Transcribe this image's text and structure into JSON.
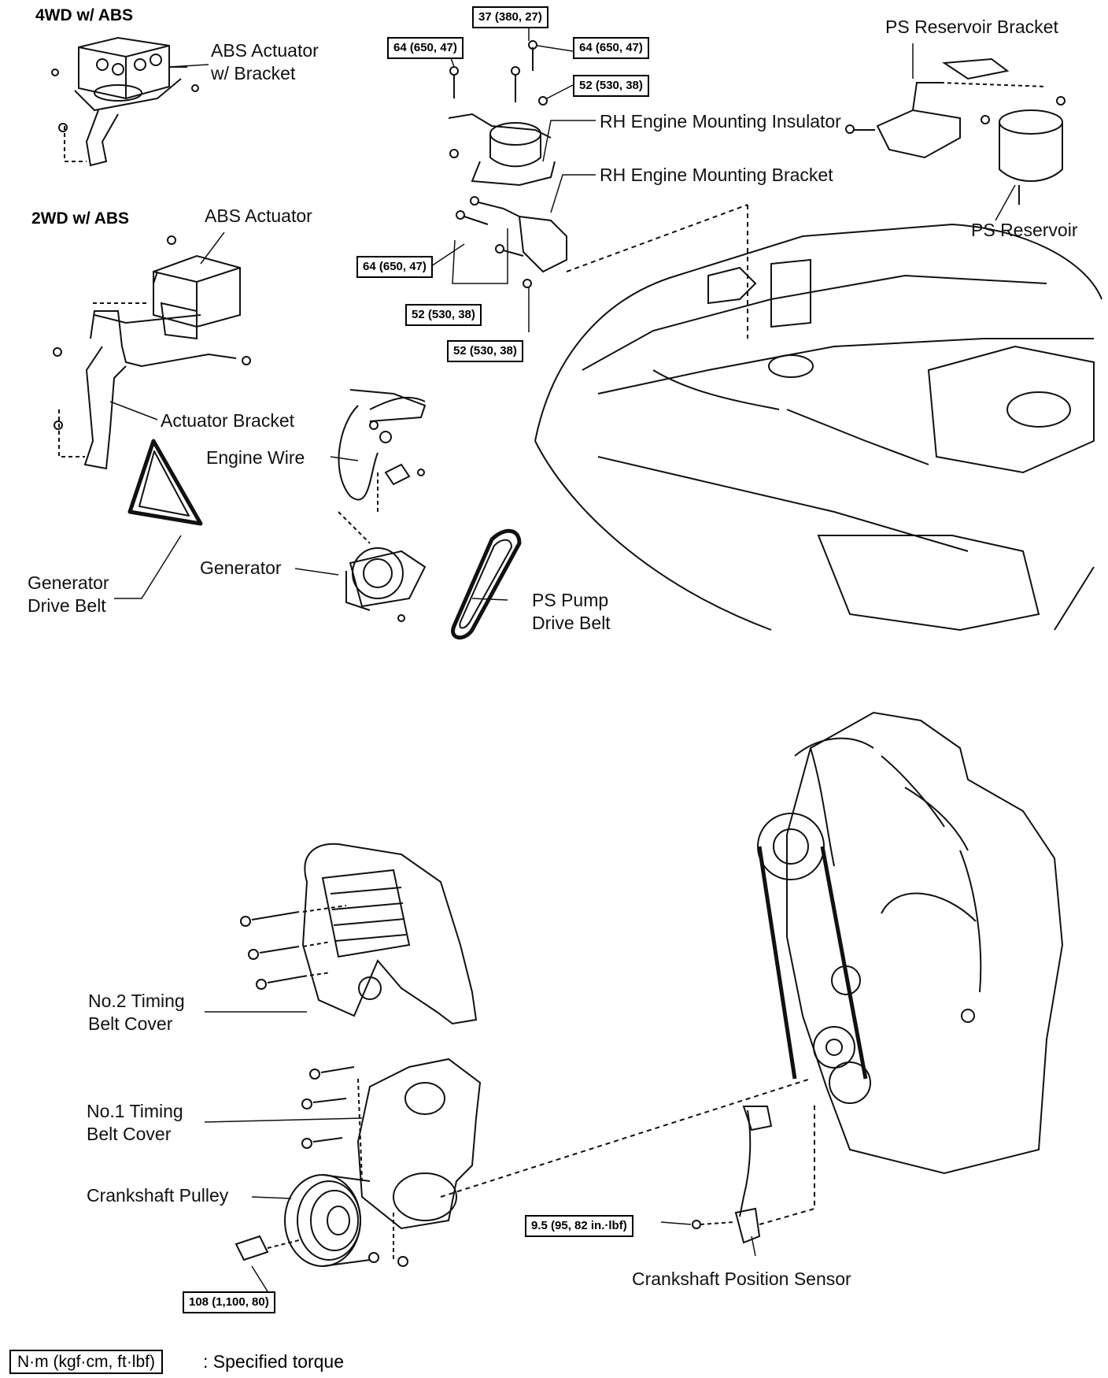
{
  "headers": {
    "four_wd": "4WD w/ ABS",
    "two_wd": "2WD w/ ABS"
  },
  "labels": {
    "abs_actuator_bracket": "ABS Actuator\nw/ Bracket",
    "abs_actuator": "ABS Actuator",
    "actuator_bracket": "Actuator Bracket",
    "engine_wire": "Engine Wire",
    "generator": "Generator",
    "generator_drive_belt": "Generator\nDrive Belt",
    "ps_pump_drive_belt": "PS Pump\nDrive Belt",
    "rh_insulator": "RH Engine Mounting Insulator",
    "rh_bracket": "RH Engine Mounting Bracket",
    "ps_reservoir_bracket": "PS Reservoir Bracket",
    "ps_reservoir": "PS Reservoir",
    "no2_cover": "No.2 Timing\nBelt Cover",
    "no1_cover": "No.1 Timing\nBelt Cover",
    "crank_pulley": "Crankshaft Pulley",
    "crank_sensor": "Crankshaft Position Sensor"
  },
  "torques": {
    "t37": "37 (380, 27)",
    "t64a": "64 (650, 47)",
    "t64b": "64 (650, 47)",
    "t52a": "52 (530, 38)",
    "t64c": "64 (650, 47)",
    "t52b": "52 (530, 38)",
    "t52c": "52 (530, 38)",
    "t95": "9.5 (95, 82 in.·lbf)",
    "t108": "108 (1,100, 80)"
  },
  "legend": {
    "unit": "N·m (kgf·cm, ft·lbf)",
    "text": ": Specified torque"
  }
}
